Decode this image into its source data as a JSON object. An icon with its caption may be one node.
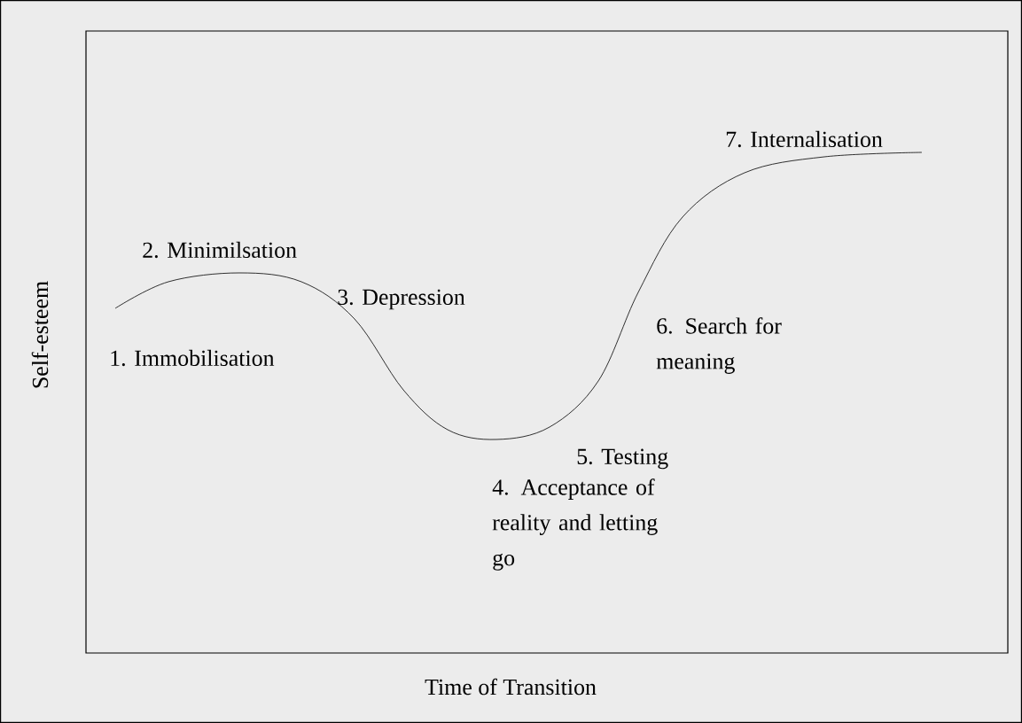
{
  "diagram": {
    "labels": [
      "1. Immobilisation",
      "2. Minimilsation",
      "3. Depression",
      "4. Acceptance of reality and letting go",
      "5. Testing",
      "6. Search for meaning",
      "7. Internalisation",
      "Self-esteem",
      "Time of Transition"
    ]
  }
}
